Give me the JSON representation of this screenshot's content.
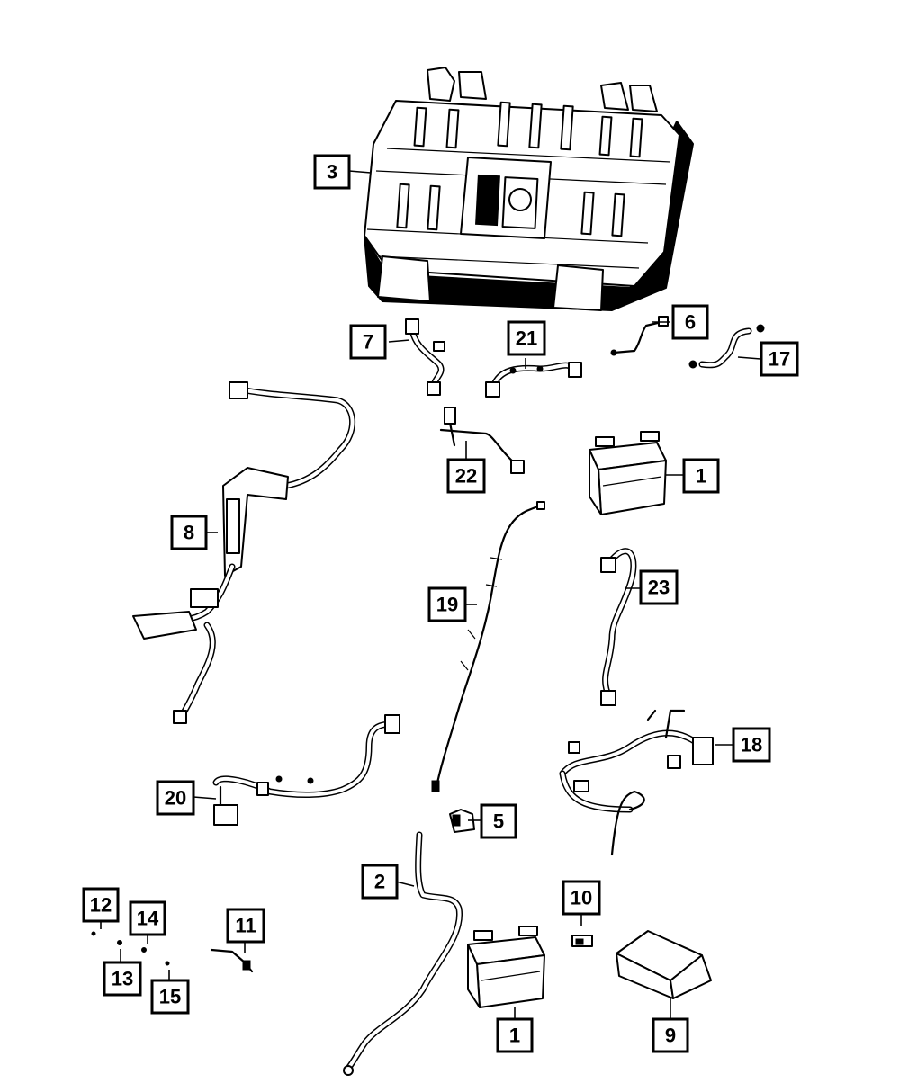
{
  "callouts": [
    {
      "id": "c3",
      "label": "3"
    },
    {
      "id": "c7",
      "label": "7"
    },
    {
      "id": "c21",
      "label": "21"
    },
    {
      "id": "c6",
      "label": "6"
    },
    {
      "id": "c17",
      "label": "17"
    },
    {
      "id": "c22",
      "label": "22"
    },
    {
      "id": "c1a",
      "label": "1"
    },
    {
      "id": "c8",
      "label": "8"
    },
    {
      "id": "c19",
      "label": "19"
    },
    {
      "id": "c23",
      "label": "23"
    },
    {
      "id": "c18",
      "label": "18"
    },
    {
      "id": "c20",
      "label": "20"
    },
    {
      "id": "c5",
      "label": "5"
    },
    {
      "id": "c2",
      "label": "2"
    },
    {
      "id": "c10",
      "label": "10"
    },
    {
      "id": "c12",
      "label": "12"
    },
    {
      "id": "c14",
      "label": "14"
    },
    {
      "id": "c11",
      "label": "11"
    },
    {
      "id": "c13",
      "label": "13"
    },
    {
      "id": "c15",
      "label": "15"
    },
    {
      "id": "c1b",
      "label": "1"
    },
    {
      "id": "c9",
      "label": "9"
    }
  ],
  "parts": {
    "battery_pack": "battery-pack",
    "battery": "battery",
    "battery_tray": "battery-tray",
    "harness": "wiring-harness",
    "cable": "cable",
    "sensor": "sensor",
    "fastener": "fastener"
  }
}
